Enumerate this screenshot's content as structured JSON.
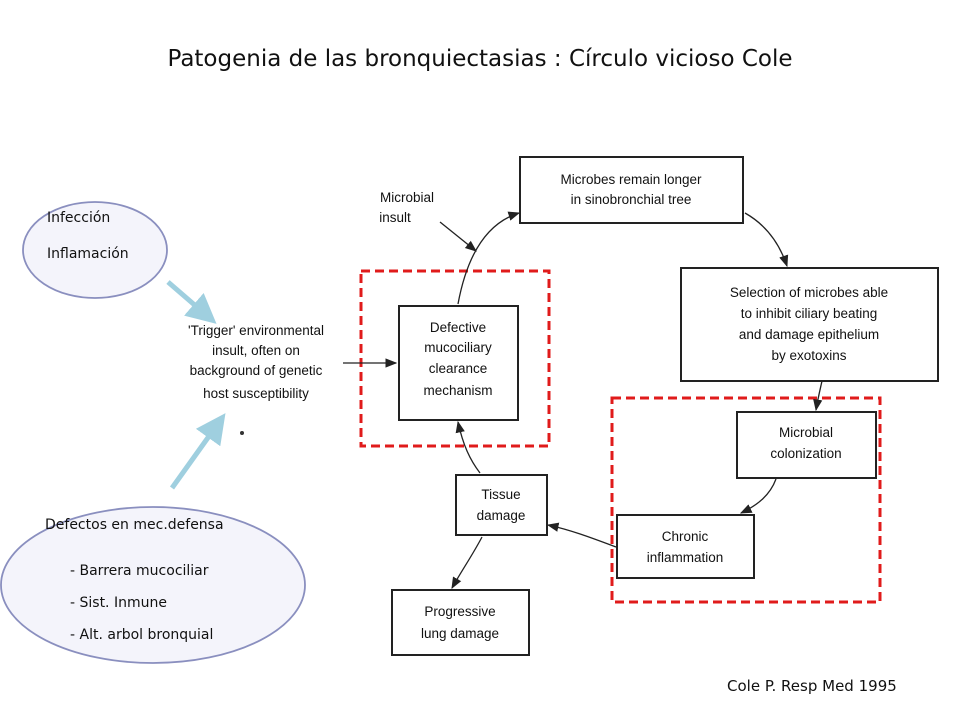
{
  "slide": {
    "title": "Patogenia de las bronquiectasias : Círculo vicioso Cole",
    "citation": "Cole P. Resp Med 1995"
  },
  "left_notes": {
    "top_bubble": [
      "Infección",
      "Inflamación"
    ],
    "bottom_bubble_heading": "Defectos en mec.defensa",
    "bottom_bubble_items": [
      "- Barrera mucociliar",
      "- Sist. Inmune",
      "- Alt. arbol bronquial"
    ]
  },
  "diagram": {
    "trigger": [
      "'Trigger' environmental",
      "insult, often on",
      "background of genetic",
      "host susceptibility"
    ],
    "microbial_insult": [
      "Microbial",
      "insult"
    ],
    "boxes": {
      "defective": [
        "Defective",
        "mucociliary",
        "clearance",
        "mechanism"
      ],
      "microbes_remain": [
        "Microbes remain longer",
        "in sinobronchial tree"
      ],
      "selection": [
        "Selection of microbes able",
        "to inhibit ciliary beating",
        "and damage epithelium",
        "by exotoxins"
      ],
      "colonization": [
        "Microbial",
        "colonization"
      ],
      "chronic": [
        "Chronic",
        "inflammation"
      ],
      "tissue": [
        "Tissue",
        "damage"
      ],
      "progressive": [
        "Progressive",
        "lung damage"
      ]
    }
  },
  "colors": {
    "highlight_dashed": "#e01b1b",
    "bubble_border": "#8a8fbf",
    "bubble_fill": "#f4f4fb",
    "pointer_arrow": "#9fcfdf",
    "box_border": "#222222"
  }
}
